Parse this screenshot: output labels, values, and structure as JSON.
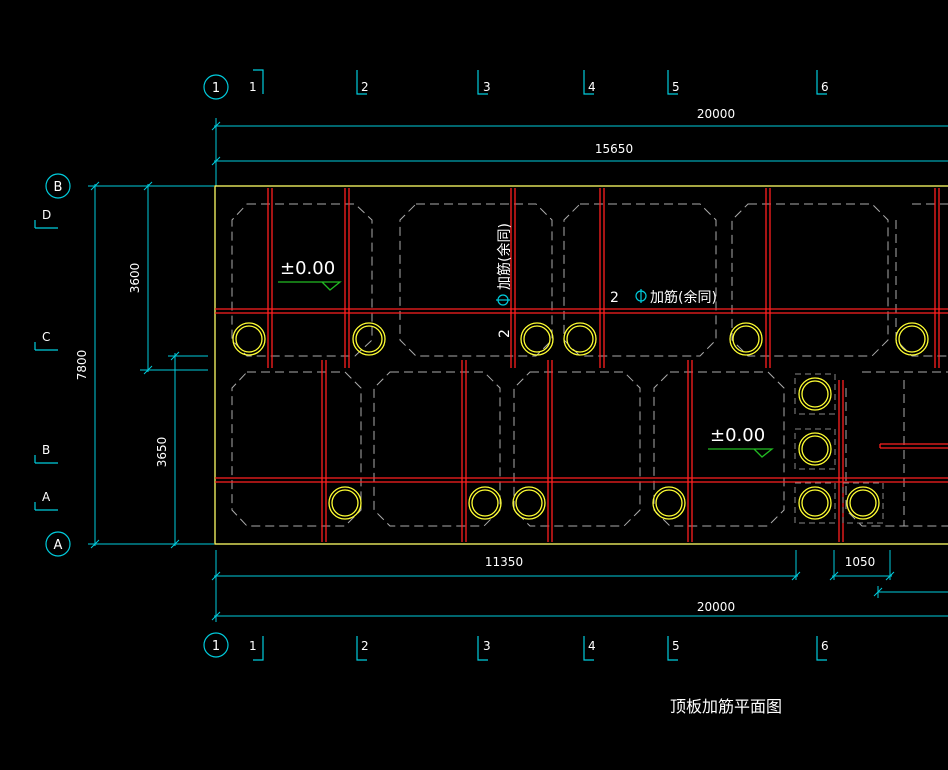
{
  "drawing": {
    "title": "顶板加筋平面图",
    "colors": {
      "background": "#000000",
      "outline": "#ffff66",
      "dimension": "#00ccdd",
      "rebar": "#ff2020",
      "hole": "#ffff33",
      "elevation_marker": "#22bb22",
      "note_symbol": "#00ccdd"
    },
    "top_axes": [
      "1",
      "2",
      "3",
      "4",
      "5",
      "6"
    ],
    "top_bubble": "1",
    "bottom_axes": [
      "1",
      "2",
      "3",
      "4",
      "5",
      "6"
    ],
    "bottom_bubble": "1",
    "left_bubble_top": "B",
    "left_bubble_bottom": "A",
    "left_axes": [
      "D",
      "C",
      "B",
      "A"
    ],
    "dimensions": {
      "top_overall": "20000",
      "top_partial": "15650",
      "bottom_partial": "11350",
      "bottom_small": "1050",
      "bottom_overall": "20000",
      "left_total": "7800",
      "left_upper": "3600",
      "left_lower": "3650"
    },
    "elevations": [
      "±0.00",
      "±0.00"
    ],
    "notes": {
      "vertical_num": "2",
      "vertical_text": "加筋(余同)",
      "horizontal_num": "2",
      "horizontal_text": "加筋(余同)"
    }
  }
}
